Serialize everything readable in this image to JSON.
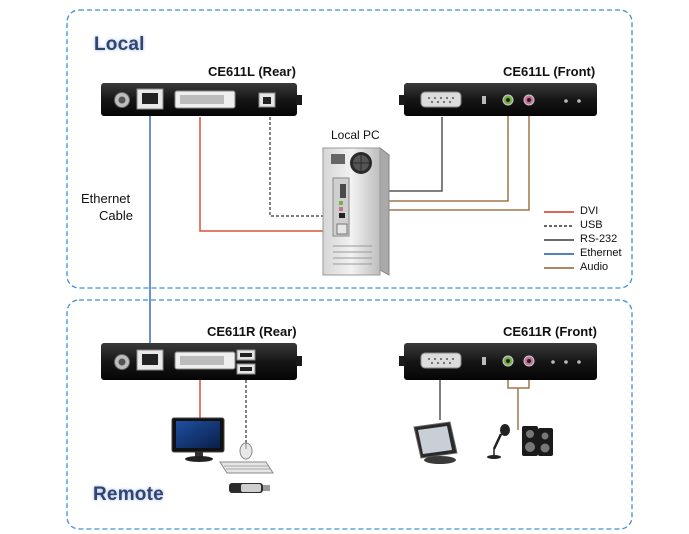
{
  "sections": {
    "local": "Local",
    "remote": "Remote"
  },
  "devices": {
    "local_rear": "CE611L (Rear)",
    "local_front": "CE611L (Front)",
    "remote_rear": "CE611R (Rear)",
    "remote_front": "CE611R (Front)",
    "local_pc": "Local PC"
  },
  "cable_label": {
    "line1": "Ethernet",
    "line2": "Cable"
  },
  "legend": [
    {
      "label": "DVI",
      "color": "#d9513b",
      "style": "solid"
    },
    {
      "label": "USB",
      "color": "#333333",
      "style": "dashed"
    },
    {
      "label": "RS-232",
      "color": "#555555",
      "style": "solid"
    },
    {
      "label": "Ethernet",
      "color": "#3a6fb5",
      "style": "solid"
    },
    {
      "label": "Audio",
      "color": "#a0774a",
      "style": "solid"
    }
  ],
  "icons": [
    "monitor-icon",
    "mouse-icon",
    "keyboard-icon",
    "usb-drive-icon",
    "touch-monitor-icon",
    "microphone-icon",
    "speakers-icon",
    "pc-tower-icon"
  ]
}
